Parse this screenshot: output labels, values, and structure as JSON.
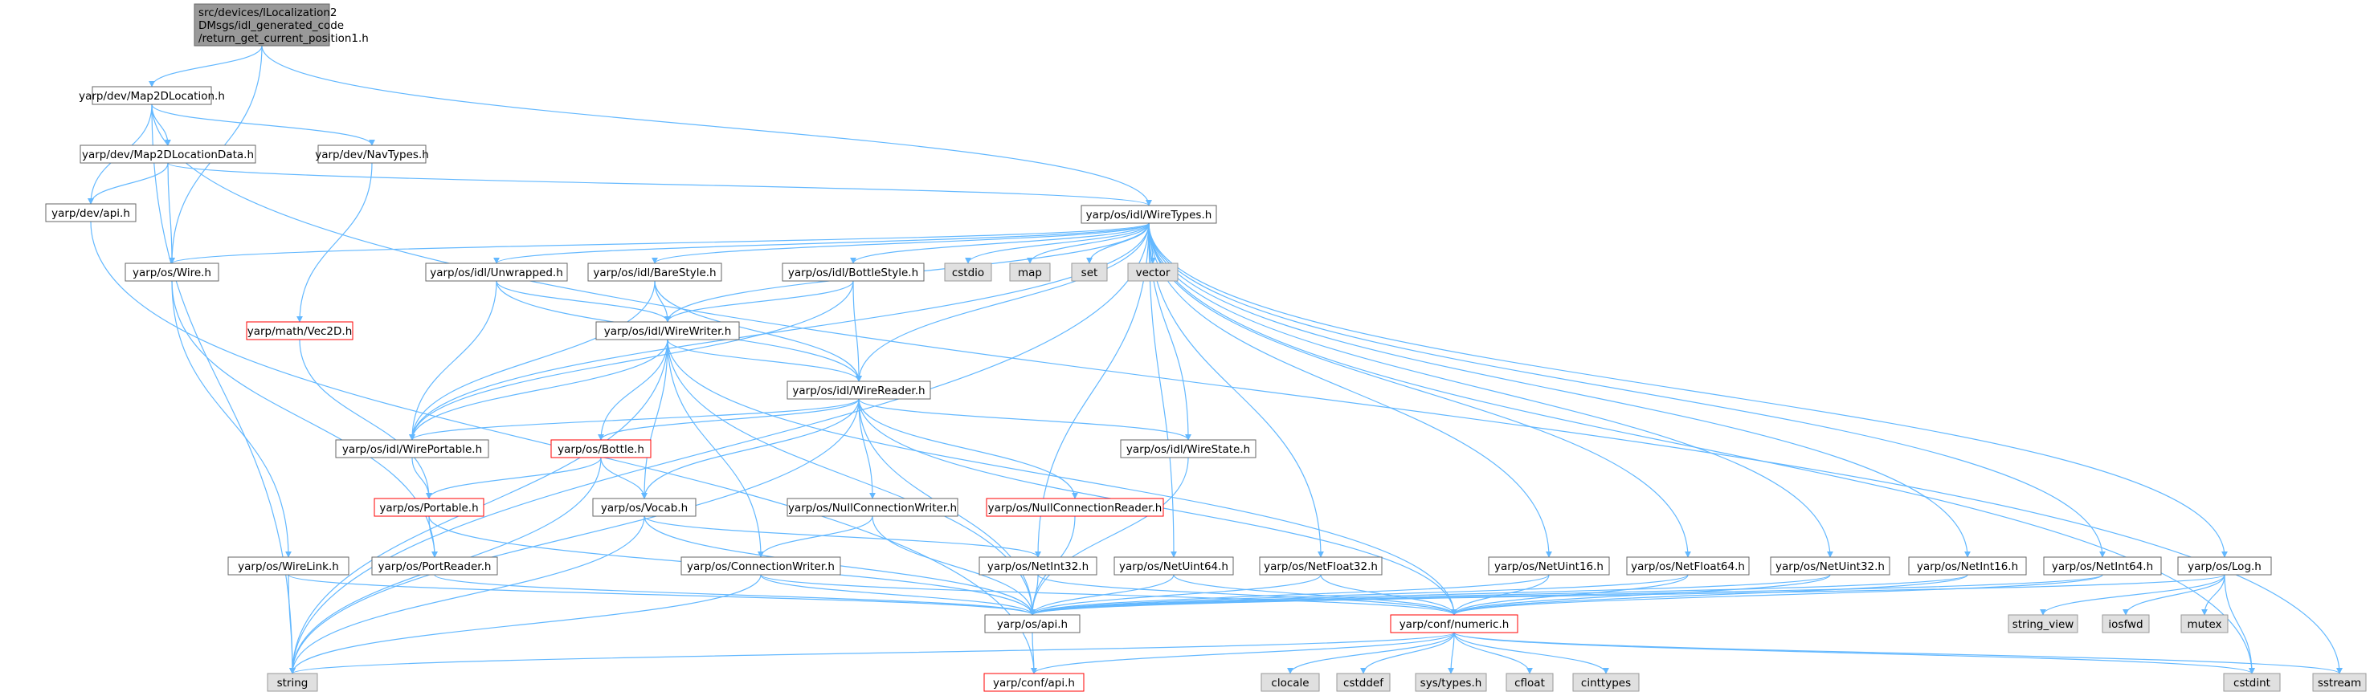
{
  "diagram": {
    "style": {
      "edge_color": "#63b8ff",
      "fill_normal": "#ffffff",
      "fill_external": "#e0e0e0",
      "fill_root": "#999999",
      "stroke_normal": "#666666",
      "stroke_external": "#999999",
      "stroke_root": "#666666",
      "stroke_incomplete": "#ff0000"
    },
    "nodes": [
      {
        "id": "root",
        "kind": "root",
        "lines": [
          "src/devices/lLocalization2",
          "DMsgs/idl_generated_code",
          "/return_get_current_position1.h"
        ]
      },
      {
        "id": "map2dlocation",
        "kind": "normal",
        "lines": [
          "yarp/dev/Map2DLocation.h"
        ]
      },
      {
        "id": "map2dlocationdata",
        "kind": "normal",
        "lines": [
          "yarp/dev/Map2DLocationData.h"
        ]
      },
      {
        "id": "navtypes",
        "kind": "normal",
        "lines": [
          "yarp/dev/NavTypes.h"
        ]
      },
      {
        "id": "devapi",
        "kind": "normal",
        "lines": [
          "yarp/dev/api.h"
        ]
      },
      {
        "id": "wiretypes",
        "kind": "normal",
        "lines": [
          "yarp/os/idl/WireTypes.h"
        ]
      },
      {
        "id": "wire",
        "kind": "normal",
        "lines": [
          "yarp/os/Wire.h"
        ]
      },
      {
        "id": "vec2d",
        "kind": "incomplete",
        "lines": [
          "yarp/math/Vec2D.h"
        ]
      },
      {
        "id": "unwrapped",
        "kind": "normal",
        "lines": [
          "yarp/os/idl/Unwrapped.h"
        ]
      },
      {
        "id": "barestyle",
        "kind": "normal",
        "lines": [
          "yarp/os/idl/BareStyle.h"
        ]
      },
      {
        "id": "bottlestyle",
        "kind": "normal",
        "lines": [
          "yarp/os/idl/BottleStyle.h"
        ]
      },
      {
        "id": "cstdio",
        "kind": "external",
        "lines": [
          "cstdio"
        ]
      },
      {
        "id": "map",
        "kind": "external",
        "lines": [
          "map"
        ]
      },
      {
        "id": "set",
        "kind": "external",
        "lines": [
          "set"
        ]
      },
      {
        "id": "vector",
        "kind": "external",
        "lines": [
          "vector"
        ]
      },
      {
        "id": "wirewriter",
        "kind": "normal",
        "lines": [
          "yarp/os/idl/WireWriter.h"
        ]
      },
      {
        "id": "wirereader",
        "kind": "normal",
        "lines": [
          "yarp/os/idl/WireReader.h"
        ]
      },
      {
        "id": "wireportable",
        "kind": "normal",
        "lines": [
          "yarp/os/idl/WirePortable.h"
        ]
      },
      {
        "id": "bottle",
        "kind": "incomplete",
        "lines": [
          "yarp/os/Bottle.h"
        ]
      },
      {
        "id": "wirestate",
        "kind": "normal",
        "lines": [
          "yarp/os/idl/WireState.h"
        ]
      },
      {
        "id": "portable",
        "kind": "incomplete",
        "lines": [
          "yarp/os/Portable.h"
        ]
      },
      {
        "id": "vocab",
        "kind": "normal",
        "lines": [
          "yarp/os/Vocab.h"
        ]
      },
      {
        "id": "nullconnwriter",
        "kind": "normal",
        "lines": [
          "yarp/os/NullConnectionWriter.h"
        ]
      },
      {
        "id": "nullconnreader",
        "kind": "incomplete",
        "lines": [
          "yarp/os/NullConnectionReader.h"
        ]
      },
      {
        "id": "wirelink",
        "kind": "normal",
        "lines": [
          "yarp/os/WireLink.h"
        ]
      },
      {
        "id": "portreader",
        "kind": "normal",
        "lines": [
          "yarp/os/PortReader.h"
        ]
      },
      {
        "id": "connwriter",
        "kind": "normal",
        "lines": [
          "yarp/os/ConnectionWriter.h"
        ]
      },
      {
        "id": "netint32",
        "kind": "normal",
        "lines": [
          "yarp/os/NetInt32.h"
        ]
      },
      {
        "id": "netuint64",
        "kind": "normal",
        "lines": [
          "yarp/os/NetUint64.h"
        ]
      },
      {
        "id": "netfloat32",
        "kind": "normal",
        "lines": [
          "yarp/os/NetFloat32.h"
        ]
      },
      {
        "id": "netuint16",
        "kind": "normal",
        "lines": [
          "yarp/os/NetUint16.h"
        ]
      },
      {
        "id": "netfloat64",
        "kind": "normal",
        "lines": [
          "yarp/os/NetFloat64.h"
        ]
      },
      {
        "id": "netuint32",
        "kind": "normal",
        "lines": [
          "yarp/os/NetUint32.h"
        ]
      },
      {
        "id": "netint16",
        "kind": "normal",
        "lines": [
          "yarp/os/NetInt16.h"
        ]
      },
      {
        "id": "netint64",
        "kind": "normal",
        "lines": [
          "yarp/os/NetInt64.h"
        ]
      },
      {
        "id": "log",
        "kind": "normal",
        "lines": [
          "yarp/os/Log.h"
        ]
      },
      {
        "id": "osapi",
        "kind": "normal",
        "lines": [
          "yarp/os/api.h"
        ]
      },
      {
        "id": "numeric",
        "kind": "incomplete",
        "lines": [
          "yarp/conf/numeric.h"
        ]
      },
      {
        "id": "string_view",
        "kind": "external",
        "lines": [
          "string_view"
        ]
      },
      {
        "id": "iosfwd",
        "kind": "external",
        "lines": [
          "iosfwd"
        ]
      },
      {
        "id": "mutex",
        "kind": "external",
        "lines": [
          "mutex"
        ]
      },
      {
        "id": "string",
        "kind": "external",
        "lines": [
          "string"
        ]
      },
      {
        "id": "confapi",
        "kind": "incomplete",
        "lines": [
          "yarp/conf/api.h"
        ]
      },
      {
        "id": "clocale",
        "kind": "external",
        "lines": [
          "clocale"
        ]
      },
      {
        "id": "cstddef",
        "kind": "external",
        "lines": [
          "cstddef"
        ]
      },
      {
        "id": "systypes",
        "kind": "external",
        "lines": [
          "sys/types.h"
        ]
      },
      {
        "id": "cfloat",
        "kind": "external",
        "lines": [
          "cfloat"
        ]
      },
      {
        "id": "cinttypes",
        "kind": "external",
        "lines": [
          "cinttypes"
        ]
      },
      {
        "id": "cstdint",
        "kind": "external",
        "lines": [
          "cstdint"
        ]
      },
      {
        "id": "sstream",
        "kind": "external",
        "lines": [
          "sstream"
        ]
      }
    ],
    "edges": [
      [
        "root",
        "map2dlocation"
      ],
      [
        "root",
        "wire"
      ],
      [
        "root",
        "wiretypes"
      ],
      [
        "map2dlocation",
        "map2dlocationdata"
      ],
      [
        "map2dlocation",
        "navtypes"
      ],
      [
        "map2dlocation",
        "devapi"
      ],
      [
        "map2dlocation",
        "string"
      ],
      [
        "map2dlocation",
        "sstream"
      ],
      [
        "map2dlocationdata",
        "devapi"
      ],
      [
        "map2dlocationdata",
        "wire"
      ],
      [
        "map2dlocationdata",
        "wiretypes"
      ],
      [
        "navtypes",
        "vec2d"
      ],
      [
        "devapi",
        "confapi"
      ],
      [
        "wire",
        "wirelink"
      ],
      [
        "wire",
        "portreader"
      ],
      [
        "vec2d",
        "portable"
      ],
      [
        "wiretypes",
        "wire"
      ],
      [
        "wiretypes",
        "unwrapped"
      ],
      [
        "wiretypes",
        "barestyle"
      ],
      [
        "wiretypes",
        "bottlestyle"
      ],
      [
        "wiretypes",
        "cstdio"
      ],
      [
        "wiretypes",
        "map"
      ],
      [
        "wiretypes",
        "set"
      ],
      [
        "wiretypes",
        "vector"
      ],
      [
        "wiretypes",
        "wirewriter"
      ],
      [
        "wiretypes",
        "wirereader"
      ],
      [
        "wiretypes",
        "wireportable"
      ],
      [
        "wiretypes",
        "wirestate"
      ],
      [
        "wiretypes",
        "string"
      ],
      [
        "wiretypes",
        "cstdint"
      ],
      [
        "wiretypes",
        "netint32"
      ],
      [
        "wiretypes",
        "netuint64"
      ],
      [
        "wiretypes",
        "netfloat32"
      ],
      [
        "wiretypes",
        "netuint16"
      ],
      [
        "wiretypes",
        "netfloat64"
      ],
      [
        "wiretypes",
        "netuint32"
      ],
      [
        "wiretypes",
        "netint16"
      ],
      [
        "wiretypes",
        "netint64"
      ],
      [
        "wiretypes",
        "log"
      ],
      [
        "unwrapped",
        "wirewriter"
      ],
      [
        "unwrapped",
        "wirereader"
      ],
      [
        "unwrapped",
        "wireportable"
      ],
      [
        "barestyle",
        "wirewriter"
      ],
      [
        "barestyle",
        "wirereader"
      ],
      [
        "barestyle",
        "wireportable"
      ],
      [
        "bottlestyle",
        "wirewriter"
      ],
      [
        "bottlestyle",
        "wirereader"
      ],
      [
        "bottlestyle",
        "wireportable"
      ],
      [
        "wirewriter",
        "wirereader"
      ],
      [
        "wirewriter",
        "wireportable"
      ],
      [
        "wirewriter",
        "bottle"
      ],
      [
        "wirewriter",
        "vocab"
      ],
      [
        "wirewriter",
        "connwriter"
      ],
      [
        "wirewriter",
        "osapi"
      ],
      [
        "wirewriter",
        "numeric"
      ],
      [
        "wirewriter",
        "string"
      ],
      [
        "wirereader",
        "wireportable"
      ],
      [
        "wirereader",
        "bottle"
      ],
      [
        "wirereader",
        "wirestate"
      ],
      [
        "wirereader",
        "vocab"
      ],
      [
        "wirereader",
        "nullconnwriter"
      ],
      [
        "wirereader",
        "nullconnreader"
      ],
      [
        "wirereader",
        "osapi"
      ],
      [
        "wirereader",
        "numeric"
      ],
      [
        "wirereader",
        "string"
      ],
      [
        "wireportable",
        "portable"
      ],
      [
        "bottle",
        "portable"
      ],
      [
        "bottle",
        "vocab"
      ],
      [
        "bottle",
        "string"
      ],
      [
        "wirestate",
        "osapi"
      ],
      [
        "portable",
        "portreader"
      ],
      [
        "portable",
        "osapi"
      ],
      [
        "vocab",
        "osapi"
      ],
      [
        "vocab",
        "netint32"
      ],
      [
        "vocab",
        "string"
      ],
      [
        "nullconnwriter",
        "connwriter"
      ],
      [
        "nullconnwriter",
        "osapi"
      ],
      [
        "nullconnreader",
        "osapi"
      ],
      [
        "wirelink",
        "osapi"
      ],
      [
        "wirelink",
        "string"
      ],
      [
        "portreader",
        "osapi"
      ],
      [
        "connwriter",
        "osapi"
      ],
      [
        "connwriter",
        "numeric"
      ],
      [
        "connwriter",
        "string"
      ],
      [
        "netint32",
        "osapi"
      ],
      [
        "netint32",
        "numeric"
      ],
      [
        "netuint64",
        "osapi"
      ],
      [
        "netuint64",
        "numeric"
      ],
      [
        "netfloat32",
        "osapi"
      ],
      [
        "netfloat32",
        "numeric"
      ],
      [
        "netuint16",
        "osapi"
      ],
      [
        "netuint16",
        "numeric"
      ],
      [
        "netfloat64",
        "osapi"
      ],
      [
        "netfloat64",
        "numeric"
      ],
      [
        "netuint32",
        "osapi"
      ],
      [
        "netuint32",
        "numeric"
      ],
      [
        "netint16",
        "osapi"
      ],
      [
        "netint16",
        "numeric"
      ],
      [
        "netint64",
        "osapi"
      ],
      [
        "netint64",
        "numeric"
      ],
      [
        "log",
        "osapi"
      ],
      [
        "log",
        "string_view"
      ],
      [
        "log",
        "iosfwd"
      ],
      [
        "log",
        "mutex"
      ],
      [
        "log",
        "cstdint"
      ],
      [
        "osapi",
        "confapi"
      ],
      [
        "numeric",
        "confapi"
      ],
      [
        "numeric",
        "string"
      ],
      [
        "numeric",
        "sstream"
      ],
      [
        "numeric",
        "clocale"
      ],
      [
        "numeric",
        "cstddef"
      ],
      [
        "numeric",
        "systypes"
      ],
      [
        "numeric",
        "cfloat"
      ],
      [
        "numeric",
        "cinttypes"
      ],
      [
        "numeric",
        "cstdint"
      ]
    ]
  }
}
